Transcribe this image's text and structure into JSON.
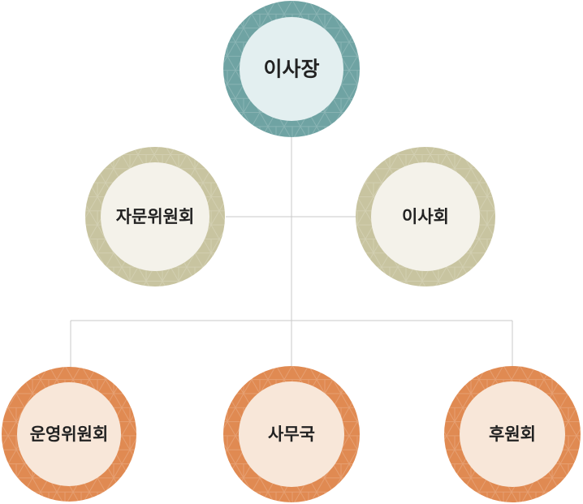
{
  "colors": {
    "teal": "#6fa3a3",
    "teal_inner": "#e3eff0",
    "olive": "#c8c4a0",
    "olive_inner": "#f4f2ea",
    "orange": "#e08a52",
    "orange_inner": "#f8e7d9",
    "connector": "#c8c8c8"
  },
  "nodes": {
    "chairman": {
      "label": "이사장"
    },
    "advisory_committee": {
      "label": "자문위원회"
    },
    "board_of_directors": {
      "label": "이사회"
    },
    "steering_committee": {
      "label": "운영위원회"
    },
    "secretariat": {
      "label": "사무국"
    },
    "sponsors_association": {
      "label": "후원회"
    }
  }
}
